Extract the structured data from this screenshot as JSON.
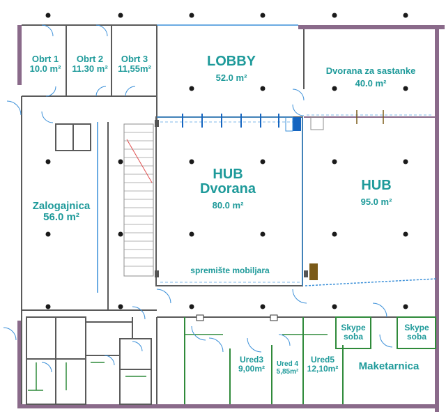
{
  "rooms": {
    "obrt1": {
      "name": "Obrt 1",
      "area": "10.0 m²"
    },
    "obrt2": {
      "name": "Obrt 2",
      "area": "11.30 m²"
    },
    "obrt3": {
      "name": "Obrt 3",
      "area": "11,55m²"
    },
    "lobby": {
      "name": "LOBBY",
      "area": "52.0 m²"
    },
    "dvorana_sastanke": {
      "name": "Dvorana za sastanke",
      "area": "40.0 m²"
    },
    "hub_dvorana": {
      "name_line1": "HUB",
      "name_line2": "Dvorana",
      "area": "80.0 m²"
    },
    "hub": {
      "name": "HUB",
      "area": "95.0 m²"
    },
    "zalogajnica": {
      "name": "Zalogajnica",
      "area": "56.0 m²"
    },
    "spremiste": {
      "name": "spremište mobiljara"
    },
    "skype1": {
      "name_line1": "Skype",
      "name_line2": "soba"
    },
    "skype2": {
      "name_line1": "Skype",
      "name_line2": "soba"
    },
    "ured3": {
      "name": "Ured3",
      "area": "9,00m²"
    },
    "ured4": {
      "name": "Ured 4",
      "area": "5,85m²"
    },
    "ured5": {
      "name": "Ured5",
      "area": "12,10m²"
    },
    "maketarnica": {
      "name": "Maketarnica"
    }
  },
  "colors": {
    "wall": "#5a5a5a",
    "glass": "#3a8fd8",
    "partition": "#2f8a3a",
    "label": "#1e9a9a",
    "facade": "#8a6a8a",
    "column": "#1a1a1a",
    "accent_blue": "#1565c0",
    "accent_brown": "#7a5a18"
  }
}
